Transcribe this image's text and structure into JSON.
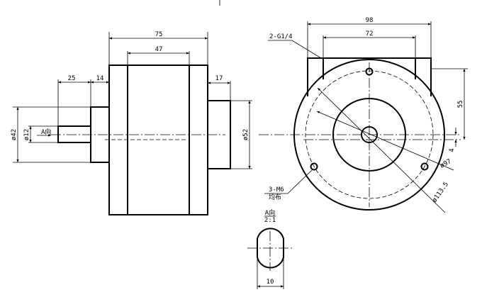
{
  "side_view": {
    "dims": {
      "overall_length": "75",
      "body_inner": "47",
      "shaft_length": "25",
      "hub_length": "14",
      "rear_hub_length": "17",
      "hub_dia": "ø42",
      "shaft_dia": "ø12",
      "rear_hub_dia": "ø52"
    },
    "view_arrow_label": "A向"
  },
  "front_view": {
    "dims": {
      "top_width": "98",
      "port_spacing": "72",
      "height": "55",
      "offset": "4",
      "bolt_circle": "ø97",
      "outer_dia": "ø113.5"
    },
    "port_note": "2-G1/4",
    "bolt_note": "3-M6",
    "bolt_note_sub": "均布"
  },
  "section_a": {
    "title": "A向",
    "scale": "2:1",
    "flat_width": "10"
  }
}
